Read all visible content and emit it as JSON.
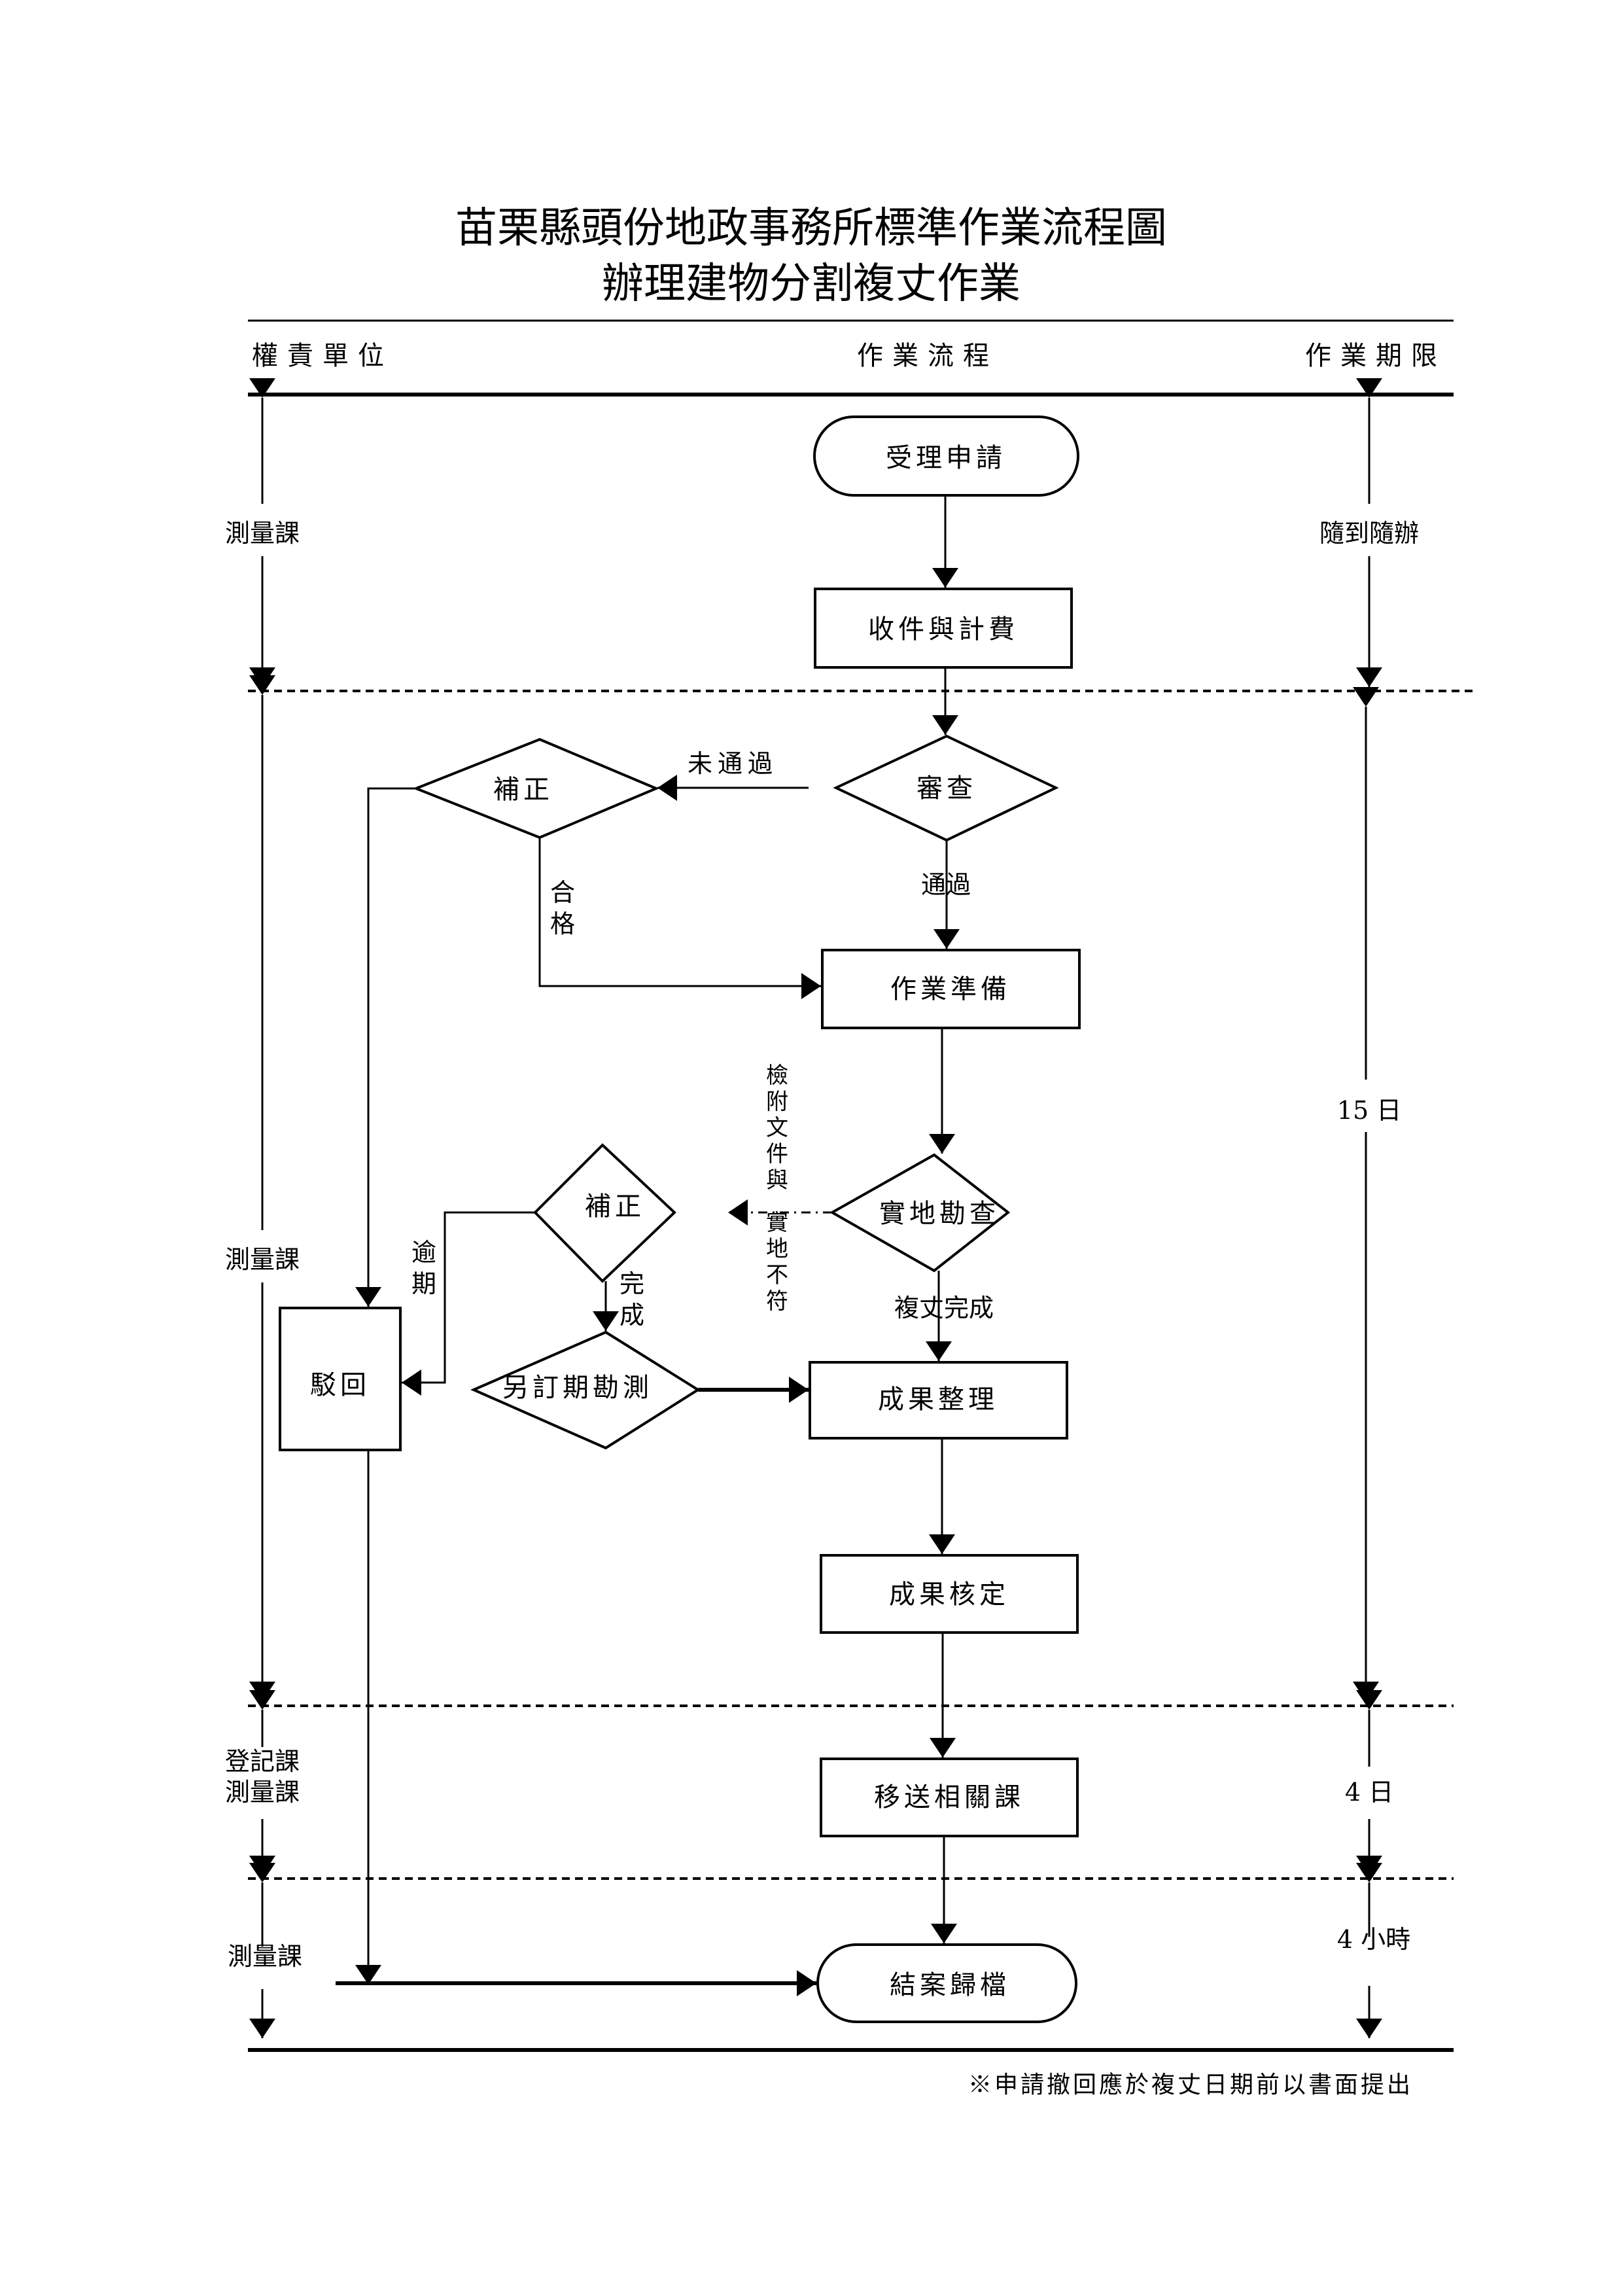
{
  "title": {
    "line1": "苗栗縣頭份地政事務所標準作業流程圖",
    "line2": "辦理建物分割複丈作業"
  },
  "headers": {
    "responsible_unit": "權責單位",
    "workflow": "作業流程",
    "deadline": "作業期限"
  },
  "lanes": [
    {
      "unit": "測量課",
      "deadline": "隨到隨辦"
    },
    {
      "unit": "測量課",
      "deadline": "15 日"
    },
    {
      "unit_lines": [
        "登記課",
        "測量課"
      ],
      "deadline": "4 日"
    },
    {
      "unit": "測量課",
      "deadline": "4 小時"
    }
  ],
  "nodes": {
    "accept_application": "受理申請",
    "receive_and_fee": "收件與計費",
    "review": "審查",
    "correction_1": "補正",
    "preparation": "作業準備",
    "field_survey": "實地勘查",
    "correction_2": "補正",
    "reschedule_survey": "另訂期勘測",
    "reject": "駁回",
    "result_arrangement": "成果整理",
    "result_approval": "成果核定",
    "transfer_sections": "移送相關課",
    "close_and_archive": "結案歸檔"
  },
  "edge_labels": {
    "not_passed": "未通過",
    "passed": "通過",
    "qualified": [
      "合",
      "格"
    ],
    "overdue": [
      "逾",
      "期"
    ],
    "completed": [
      "完",
      "成"
    ],
    "survey_complete": "複丈完成",
    "doc_mismatch": [
      "檢",
      "附",
      "文",
      "件",
      "與",
      "實",
      "地",
      "不",
      "符"
    ]
  },
  "footnote": "※申請撤回應於複丈日期前以書面提出"
}
